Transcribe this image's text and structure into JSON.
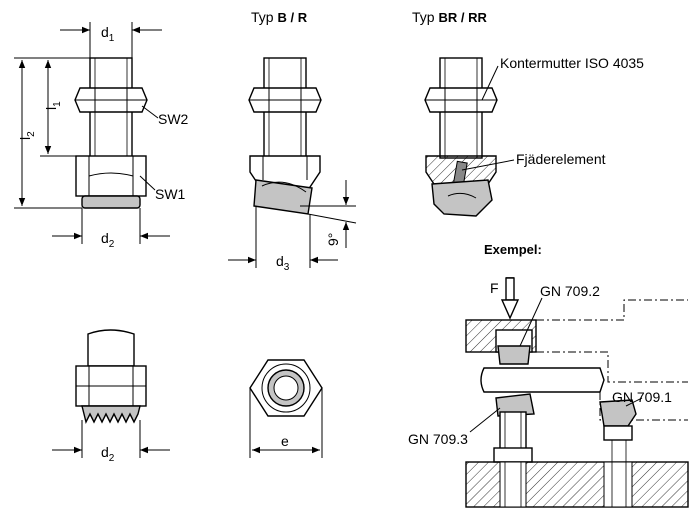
{
  "labels": {
    "d1": "d",
    "d1_sub": "1",
    "d2": "d",
    "d2_sub": "2",
    "d2b": "d",
    "d2b_sub": "2",
    "d3": "d",
    "d3_sub": "3",
    "l1": "l",
    "l1_sub": "1",
    "l2": "l",
    "l2_sub": "2",
    "sw2": "SW2",
    "sw1": "SW1",
    "e": "e",
    "angle": "9°",
    "typ_br": "Typ ",
    "typ_br_bold": "B / R",
    "typ_brrr": "Typ ",
    "typ_brrr_bold": "BR / RR",
    "kontermutter": "Kontermutter ISO 4035",
    "fjader": "Fjäderelement",
    "exempel": "Exempel:",
    "force": "F",
    "gn7092": "GN 709.2",
    "gn7091": "GN 709.1",
    "gn7093": "GN 709.3"
  }
}
